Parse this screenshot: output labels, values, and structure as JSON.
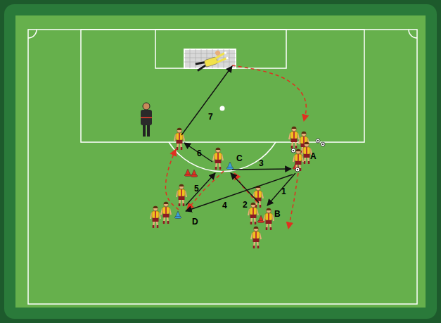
{
  "diagram": {
    "labels": [
      "7",
      "6",
      "C",
      "3",
      "5",
      "4",
      "2",
      "1",
      "A",
      "B",
      "D"
    ]
  }
}
